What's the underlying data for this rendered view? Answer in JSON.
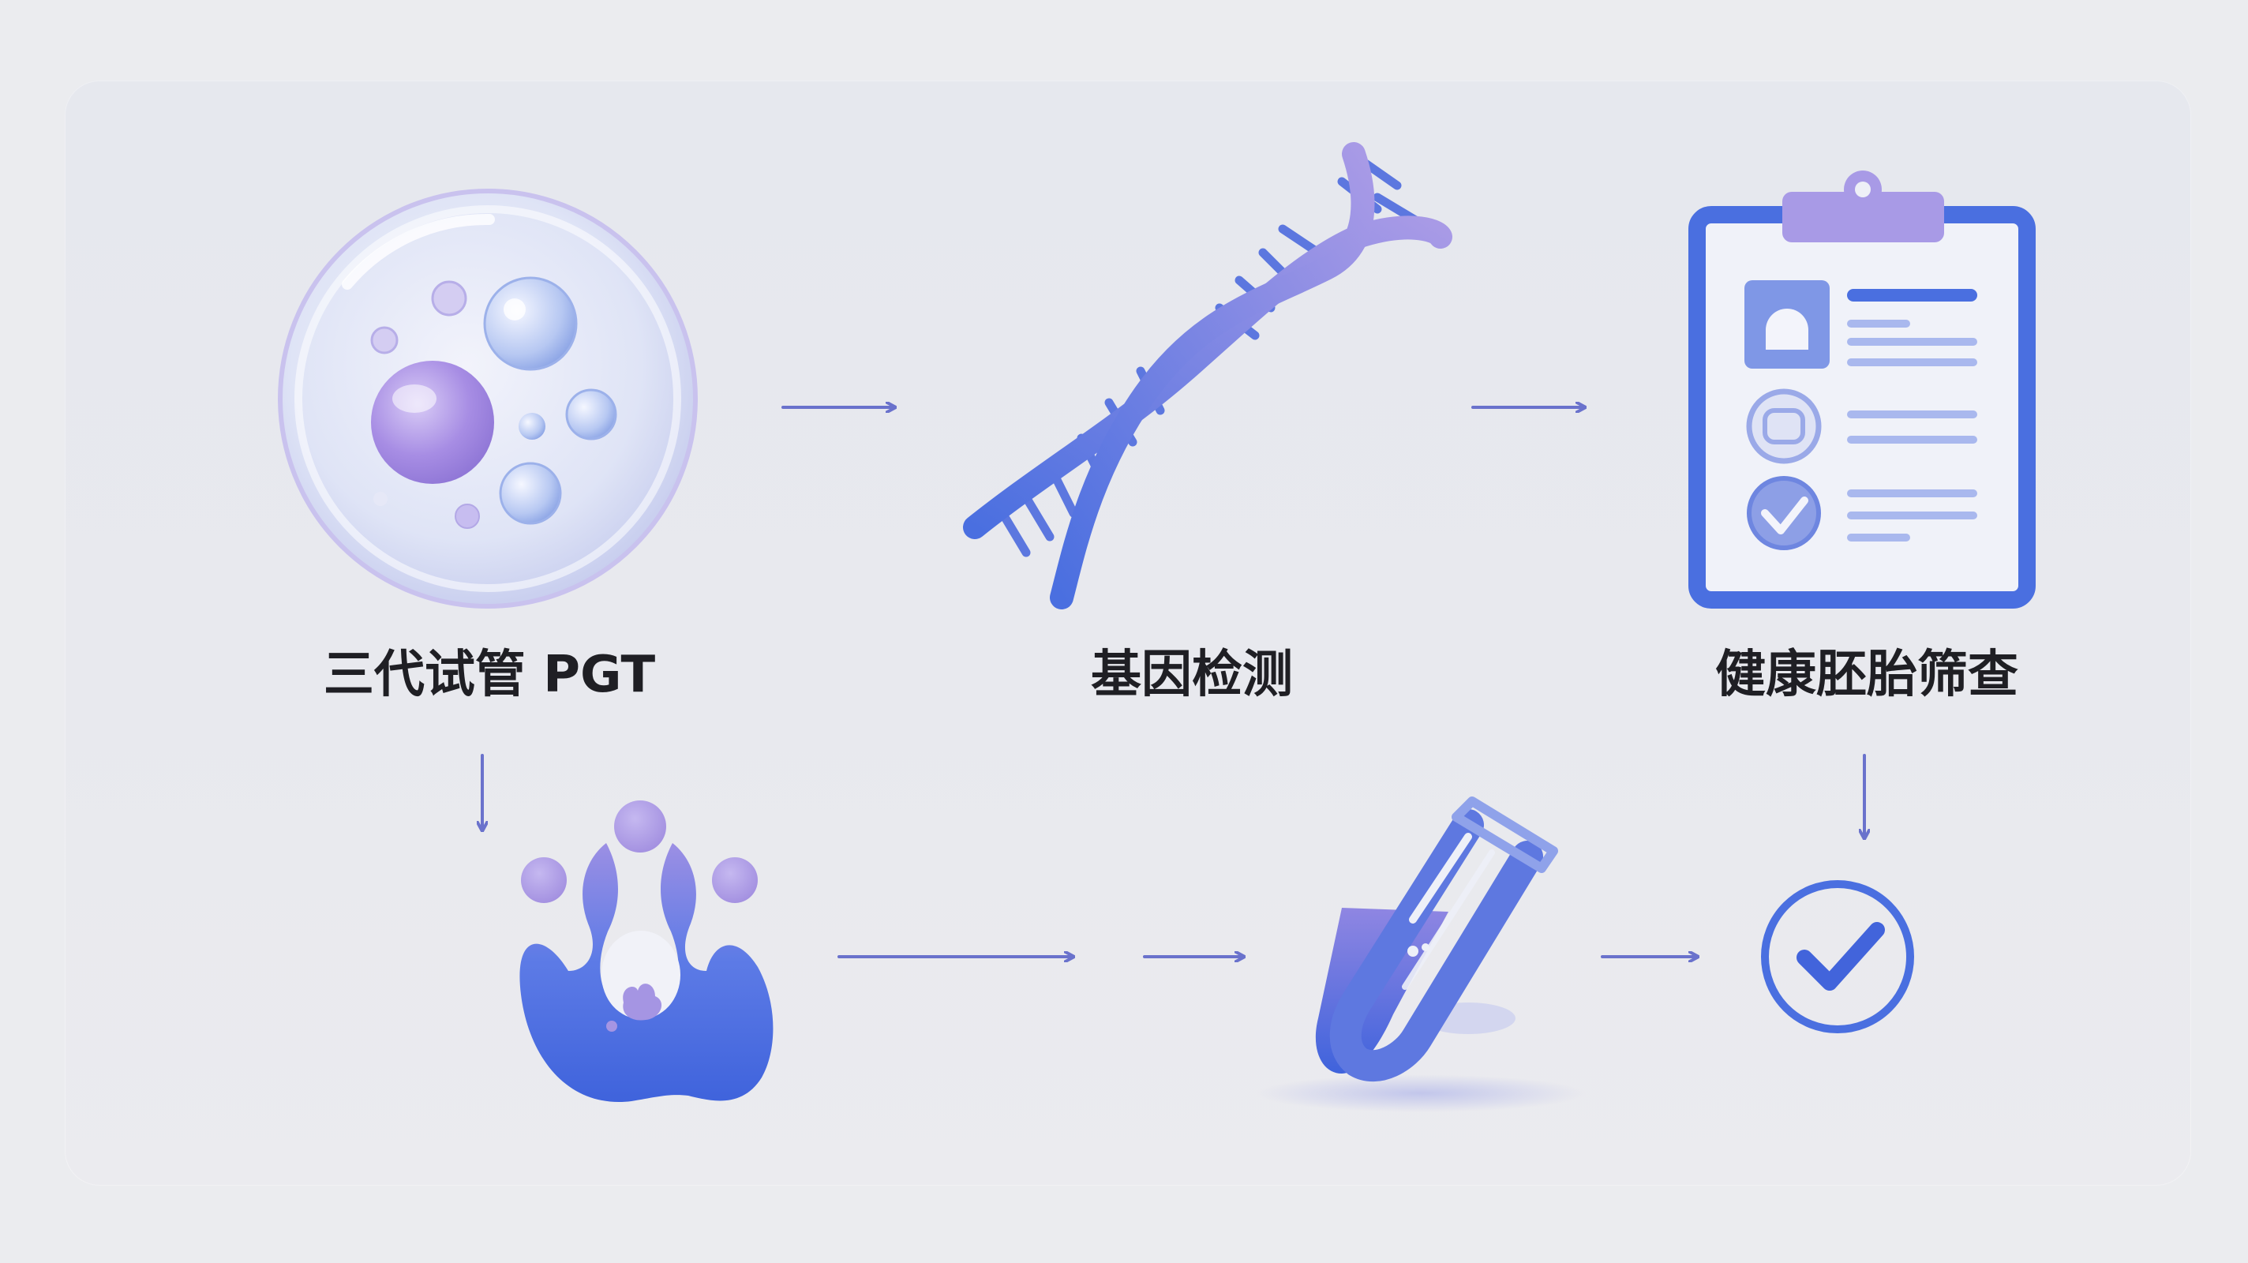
{
  "diagram": {
    "nodes": [
      {
        "id": "ivf-pgt",
        "label": "三代试管 PGT",
        "icon": "cell-icon"
      },
      {
        "id": "genetic-testing",
        "label": "基因检测",
        "icon": "dna-icon"
      },
      {
        "id": "healthy-embryo-screening",
        "label": "健康胚胎筛查",
        "icon": "clipboard-icon"
      },
      {
        "id": "uterus",
        "label": "",
        "icon": "uterus-icon"
      },
      {
        "id": "test-tube",
        "label": "",
        "icon": "test-tube-icon"
      },
      {
        "id": "success",
        "label": "",
        "icon": "check-circle-icon"
      }
    ],
    "edges": [
      {
        "from": "ivf-pgt",
        "to": "genetic-testing"
      },
      {
        "from": "genetic-testing",
        "to": "healthy-embryo-screening"
      },
      {
        "from": "ivf-pgt",
        "to": "uterus"
      },
      {
        "from": "uterus",
        "to": "test-tube"
      },
      {
        "from": "test-tube",
        "to": "success"
      },
      {
        "from": "healthy-embryo-screening",
        "to": "success"
      }
    ],
    "colors": {
      "primary_blue": "#4a6fe0",
      "lavender": "#a89ae6",
      "arrow": "#6a72cc",
      "text": "#1f1f24"
    }
  }
}
